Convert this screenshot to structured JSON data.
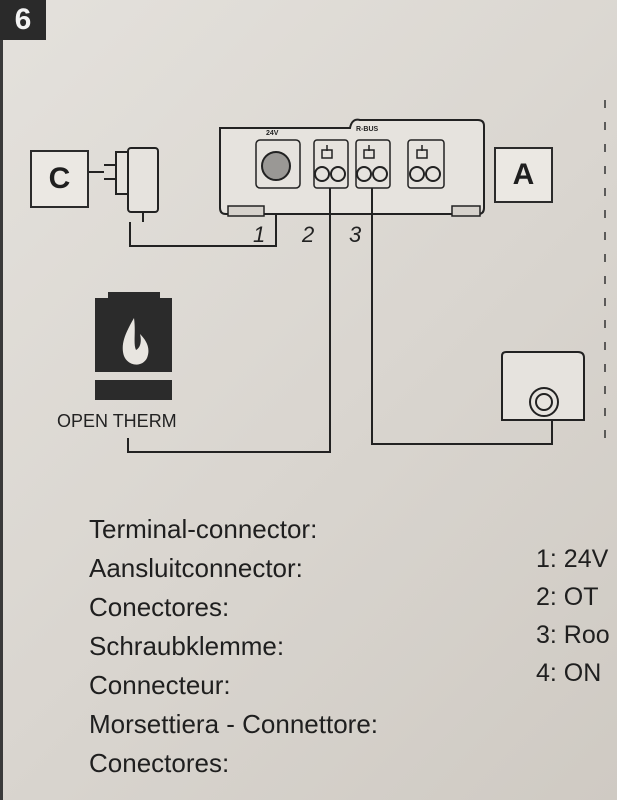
{
  "step": {
    "number": "6"
  },
  "diagram": {
    "box_c_label": "C",
    "box_a_label": "A",
    "unit_label_24v": "24V",
    "unit_label_rbus": "R-BUS",
    "terminal_numbers": [
      "1",
      "2",
      "3"
    ],
    "boiler_label": "OPEN THERM"
  },
  "legend": {
    "terminal_labels": [
      "Terminal-connector:",
      "Aansluitconnector:",
      "Conectores:",
      "Schraubklemme:",
      "Connecteur:",
      "Morsettiera - Connettore:",
      "Conectores:"
    ],
    "terminal_values": [
      "1: 24V",
      "2: OT",
      "3: Roo",
      "4: ON"
    ]
  },
  "colors": {
    "ink": "#1f1f1f",
    "paper": "#e2dfda",
    "boiler_black": "#2a2a2a"
  }
}
